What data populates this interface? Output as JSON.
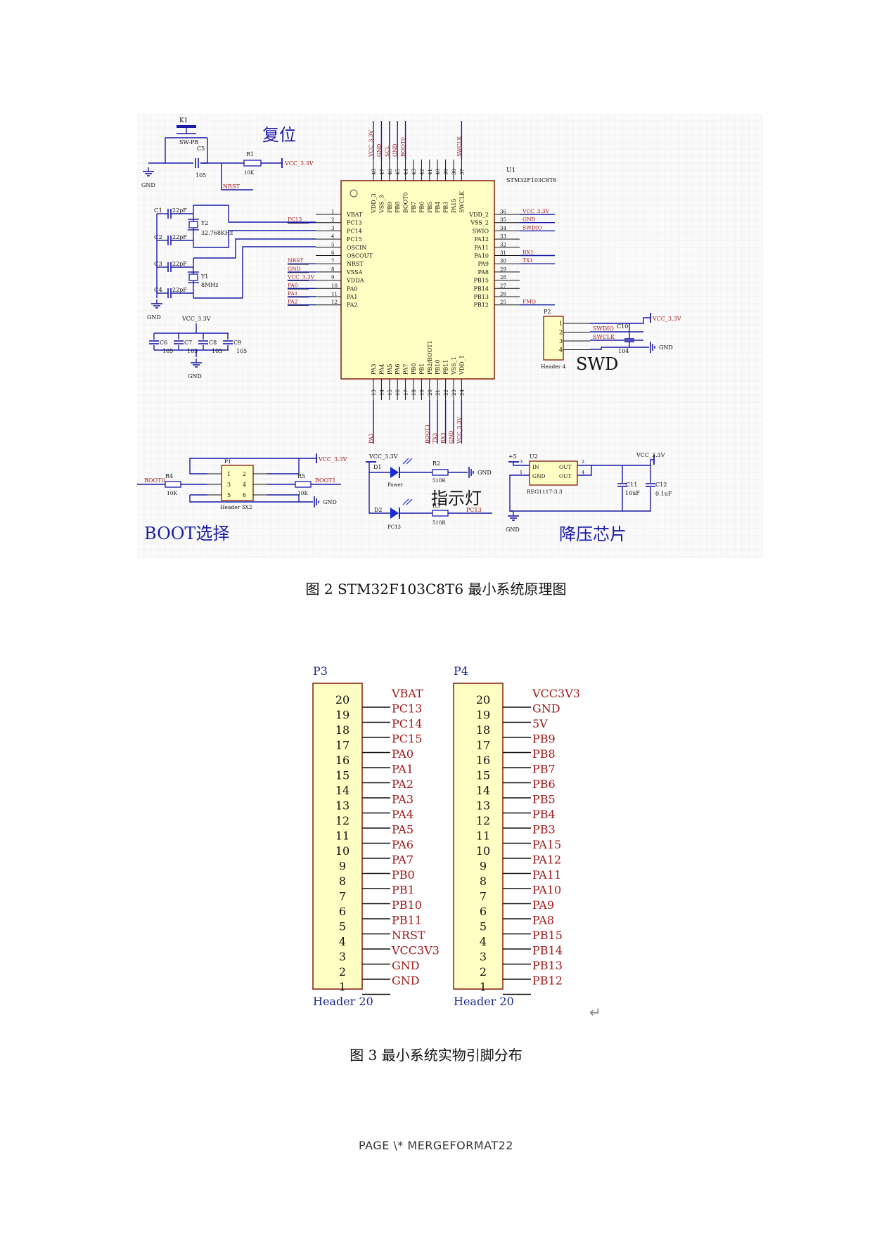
{
  "schematic": {
    "labels": {
      "reset": "复位",
      "swd": "SWD",
      "indicator": "指示灯",
      "boot": "BOOT选择",
      "regulator": "降压芯片"
    },
    "mcu": {
      "ref": "U1",
      "part": "STM32F103C8T6",
      "left_pins": [
        {
          "num": "1",
          "name": "VBAT",
          "net": ""
        },
        {
          "num": "2",
          "name": "PC13",
          "net": "PC13"
        },
        {
          "num": "3",
          "name": "PC14",
          "net": ""
        },
        {
          "num": "4",
          "name": "PC15",
          "net": ""
        },
        {
          "num": "5",
          "name": "OSCIN",
          "net": ""
        },
        {
          "num": "6",
          "name": "OSCOUT",
          "net": ""
        },
        {
          "num": "7",
          "name": "NRST",
          "net": "NRST"
        },
        {
          "num": "8",
          "name": "VSSA",
          "net": "GND"
        },
        {
          "num": "9",
          "name": "VDDA",
          "net": "VCC_3.3V"
        },
        {
          "num": "10",
          "name": "PA0",
          "net": "PA0"
        },
        {
          "num": "11",
          "name": "PA1",
          "net": "PA1"
        },
        {
          "num": "12",
          "name": "PA2",
          "net": "PA2"
        }
      ],
      "right_pins": [
        {
          "num": "36",
          "name": "VDD_2",
          "net": "VCC_3.3V"
        },
        {
          "num": "35",
          "name": "VSS_2",
          "net": "GND"
        },
        {
          "num": "34",
          "name": "SWIO",
          "net": "SWDIO"
        },
        {
          "num": "33",
          "name": "PA12",
          "net": ""
        },
        {
          "num": "32",
          "name": "PA11",
          "net": ""
        },
        {
          "num": "31",
          "name": "PA10",
          "net": "RX1"
        },
        {
          "num": "30",
          "name": "PA9",
          "net": "TX1"
        },
        {
          "num": "29",
          "name": "PA8",
          "net": ""
        },
        {
          "num": "28",
          "name": "PB15",
          "net": ""
        },
        {
          "num": "27",
          "name": "PB14",
          "net": ""
        },
        {
          "num": "26",
          "name": "PB13",
          "net": ""
        },
        {
          "num": "25",
          "name": "PB12",
          "net": "FMQ"
        }
      ],
      "top_pins": [
        {
          "num": "48",
          "name": "VDD_3",
          "net": "VCC_3.3V"
        },
        {
          "num": "47",
          "name": "VSS_3",
          "net": "GND"
        },
        {
          "num": "46",
          "name": "PB9",
          "net": "SCL"
        },
        {
          "num": "45",
          "name": "PB8",
          "net": "GND"
        },
        {
          "num": "44",
          "name": "BOOT0",
          "net": "BOOT0"
        },
        {
          "num": "43",
          "name": "PB7",
          "net": ""
        },
        {
          "num": "42",
          "name": "PB6",
          "net": ""
        },
        {
          "num": "41",
          "name": "PB5",
          "net": ""
        },
        {
          "num": "40",
          "name": "PB4",
          "net": ""
        },
        {
          "num": "39",
          "name": "PB3",
          "net": ""
        },
        {
          "num": "38",
          "name": "PA15",
          "net": ""
        },
        {
          "num": "37",
          "name": "SWCLK",
          "net": "SWCLK"
        }
      ],
      "bottom_pins": [
        {
          "num": "13",
          "name": "PA3",
          "net": "PA3"
        },
        {
          "num": "14",
          "name": "PA4",
          "net": ""
        },
        {
          "num": "15",
          "name": "PA5",
          "net": ""
        },
        {
          "num": "16",
          "name": "PA6",
          "net": ""
        },
        {
          "num": "17",
          "name": "PA7",
          "net": ""
        },
        {
          "num": "18",
          "name": "PB0",
          "net": ""
        },
        {
          "num": "19",
          "name": "PB1",
          "net": ""
        },
        {
          "num": "20",
          "name": "PB2/BOOT1",
          "net": "BOOT1"
        },
        {
          "num": "21",
          "name": "PB10",
          "net": "TX3"
        },
        {
          "num": "22",
          "name": "PB11",
          "net": "RX3"
        },
        {
          "num": "23",
          "name": "VSS_1",
          "net": "GND"
        },
        {
          "num": "24",
          "name": "VDD_1",
          "net": "VCC_3.3V"
        }
      ]
    },
    "reset": {
      "k1": "K1",
      "k1_part": "SW-PB",
      "c5": "C5",
      "c5_val": "105",
      "r1": "R1",
      "r1_val": "10K",
      "vcc": "VCC_3.3V",
      "gnd": "GND",
      "nrst": "NRST"
    },
    "crystals": {
      "c1": "C1",
      "c2": "C2",
      "c3": "C3",
      "c4": "C4",
      "cap_val": "22pF",
      "y2": "Y2",
      "y2_val": "32.768KHz",
      "y1": "Y1",
      "y1_val": "8MHz",
      "gnd": "GND"
    },
    "decoupling": {
      "vcc": "VCC_3.3V",
      "caps": [
        "C6",
        "C7",
        "C8",
        "C9"
      ],
      "val": "105",
      "gnd": "GND"
    },
    "swd_header": {
      "ref": "P2",
      "part": "Header 4",
      "pins": [
        "1",
        "2",
        "3",
        "4"
      ],
      "nets": [
        "SWDIO",
        "SWCLK"
      ],
      "c10": "C10",
      "c10_val": "104",
      "vcc": "VCC_3.3V",
      "gnd": "GND"
    },
    "boot_block": {
      "r4": "R4",
      "r4_val": "10K",
      "r5": "R5",
      "r5_val": "10K",
      "p1": "P1",
      "p1_part": "Header 3X2",
      "pins": [
        "1",
        "2",
        "3",
        "4",
        "5",
        "6"
      ],
      "boot0": "BOOT0",
      "boot1": "BOOT1",
      "vcc": "VCC_3.3V",
      "gnd": "GND"
    },
    "led_block": {
      "vcc": "VCC_3.3V",
      "d1": "D1",
      "d1_label": "Power",
      "d2": "D2",
      "d2_label": "PC13",
      "r2": "R2",
      "r2_val": "510R",
      "r3": "R3",
      "r3_val": "510R",
      "gnd": "GND",
      "pc13": "PC13"
    },
    "reg_block": {
      "plus5": "+5",
      "u2": "U2",
      "in": "IN",
      "gnd_pin": "GND",
      "out1": "OUT",
      "out2": "OUT",
      "part": "REG1117-3.3",
      "p3": "3",
      "p1": "1",
      "p2": "2",
      "p4": "4",
      "c11": "C11",
      "c11_val": "10uF",
      "c12": "C12",
      "c12_val": "0.1uF",
      "vcc": "VCC_3.3V",
      "gnd": "GND"
    }
  },
  "caption1": "图 2 STM32F103C8T6 最小系统原理图",
  "pinout": {
    "headers": [
      {
        "ref": "P3",
        "part": "Header 20",
        "pins": [
          "VBAT",
          "PC13",
          "PC14",
          "PC15",
          "PA0",
          "PA1",
          "PA2",
          "PA3",
          "PA4",
          "PA5",
          "PA6",
          "PA7",
          "PB0",
          "PB1",
          "PB10",
          "PB11",
          "NRST",
          "VCC3V3",
          "GND",
          "GND"
        ]
      },
      {
        "ref": "P4",
        "part": "Header 20",
        "pins": [
          "VCC3V3",
          "GND",
          "5V",
          "PB9",
          "PB8",
          "PB7",
          "PB6",
          "PB5",
          "PB4",
          "PB3",
          "PA15",
          "PA12",
          "PA11",
          "PA10",
          "PA9",
          "PA8",
          "PB15",
          "PB14",
          "PB13",
          "PB12"
        ]
      }
    ],
    "numbers": [
      "20",
      "19",
      "18",
      "17",
      "16",
      "15",
      "14",
      "13",
      "12",
      "11",
      "10",
      "9",
      "8",
      "7",
      "6",
      "5",
      "4",
      "3",
      "2",
      "1"
    ]
  },
  "return_mark": "↵",
  "caption2": "图 3 最小系统实物引脚分布",
  "footer": "PAGE   \\* MERGEFORMAT22",
  "colors": {
    "wire": "#1a1aa8",
    "net": "#a01818",
    "body": "#ffffc4",
    "bodyStroke": "#8a2a1a",
    "grid": "#ececec",
    "led": "#1a2ad8",
    "text": "#111111"
  }
}
